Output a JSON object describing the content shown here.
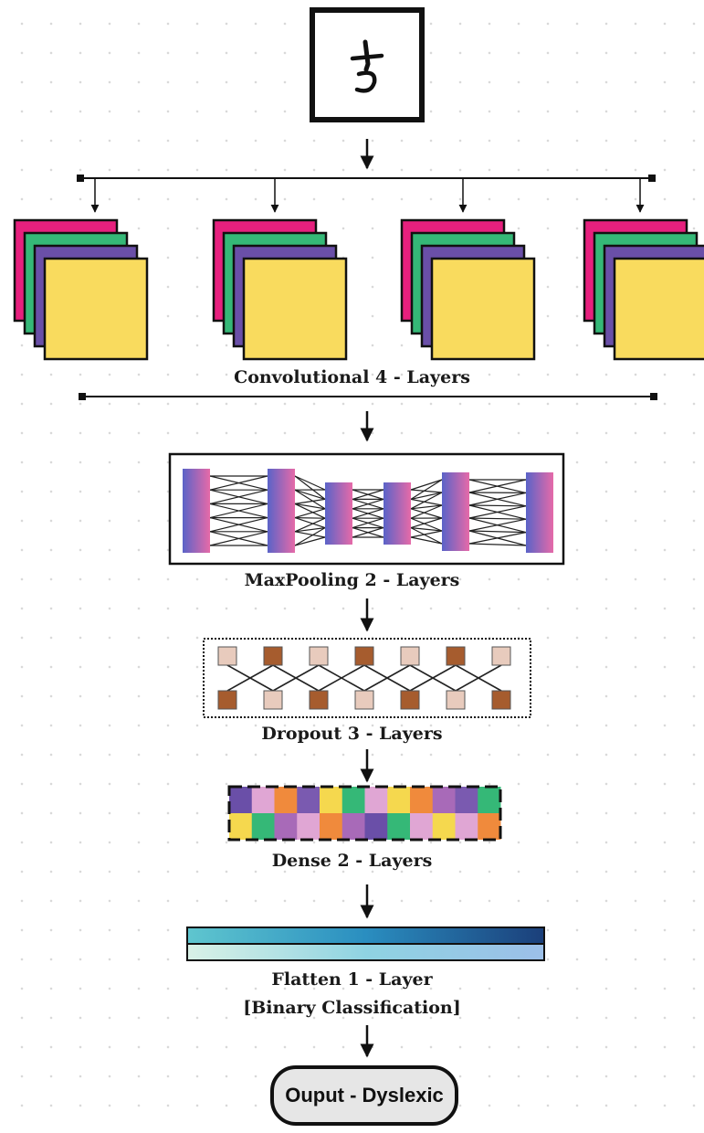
{
  "input": {
    "glyph": "ɟ"
  },
  "layers": {
    "conv_label": "Convolutional 4 - Layers",
    "maxpool_label": "MaxPooling  2 - Layers",
    "dropout_label": "Dropout 3 - Layers",
    "dense_label": "Dense 2 - Layers",
    "flatten_label": "Flatten 1 - Layer",
    "flatten_sub": "[Binary Classification]",
    "output_label": "Ouput - Dyslexic"
  },
  "colors": {
    "pink": "#e7207e",
    "green": "#35b877",
    "purple": "#6a4fa8",
    "yellow": "#f9db5e",
    "brown": "#a65c2e",
    "light_brown": "#e8cbbd"
  }
}
